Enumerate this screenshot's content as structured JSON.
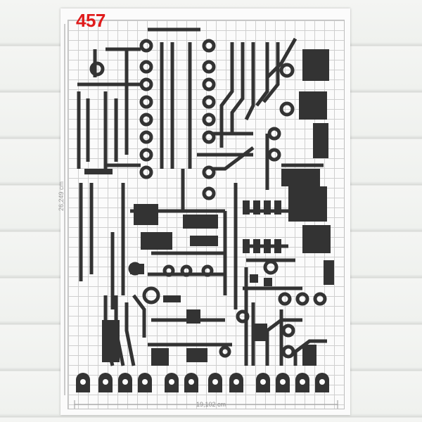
{
  "product_number": "457",
  "width_label": "19,102 cm",
  "height_label": "26,249 cm",
  "colors": {
    "stencil": "#333333",
    "number": "#e01b1b",
    "grid": "#cfcfcf"
  }
}
